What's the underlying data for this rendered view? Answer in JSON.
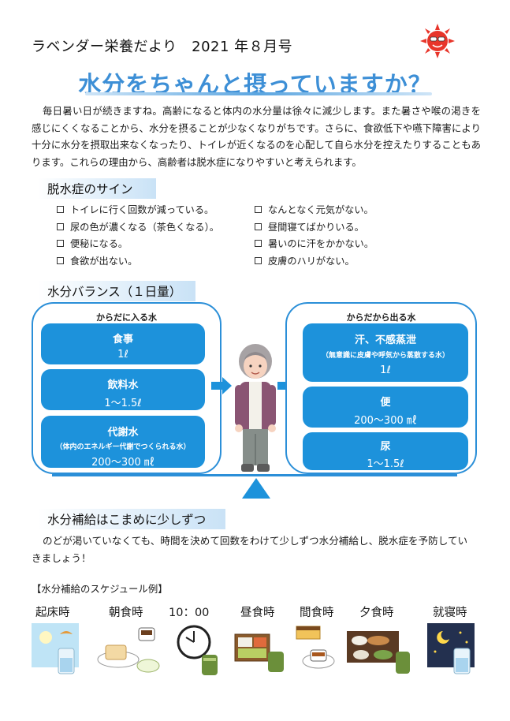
{
  "header": {
    "newsletter_title": "ラベンダー栄養だより　2021 年８月号",
    "headline": "水分をちゃんと摂っていますか？"
  },
  "intro": {
    "text": "毎日暑い日が続きますね。高齢になると体内の水分量は徐々に減少します。また暑さや喉の渇きを感じにくくなることから、水分を摂ることが少なくなりがちです。さらに、食欲低下や嚥下障害により十分に水分を摂取出来なくなったり、トイレが近くなるのを心配して自ら水分を控えたりすることもあります。これらの理由から、高齢者は脱水症になりやすいと考えられます。"
  },
  "dehydration": {
    "heading": "脱水症のサイン",
    "left_items": [
      "トイレに行く回数が減っている。",
      "尿の色が濃くなる（茶色くなる）。",
      "便秘になる。",
      "食欲が出ない。"
    ],
    "right_items": [
      "なんとなく元気がない。",
      "昼間寝てばかりいる。",
      "暑いのに汗をかかない。",
      "皮膚のハリがない。"
    ]
  },
  "balance": {
    "heading": "水分バランス（１日量）",
    "in": {
      "title": "からだに入る水",
      "items": [
        {
          "name": "食事",
          "note": "",
          "amount": "1ℓ"
        },
        {
          "name": "飲料水",
          "note": "",
          "amount": "1～1.5ℓ"
        },
        {
          "name": "代謝水",
          "note": "（体内のエネルギー代謝でつくられる水）",
          "amount": "200～300 ㎖"
        }
      ]
    },
    "out": {
      "title": "からだから出る水",
      "items": [
        {
          "name": "汗、不感蒸泄",
          "note": "（無意識に皮膚や呼気から蒸散する水）",
          "amount": "1ℓ"
        },
        {
          "name": "便",
          "note": "",
          "amount": "200～300 ㎖"
        },
        {
          "name": "尿",
          "note": "",
          "amount": "1～1.5ℓ"
        }
      ]
    }
  },
  "supply": {
    "heading": "水分補給はこまめに少しずつ",
    "text": "のどが渇いていなくても、時間を決めて回数をわけて少しずつ水分補給し、脱水症を予防していきましょう！"
  },
  "schedule": {
    "title": "【水分補給のスケジュール例】",
    "labels": [
      "起床時",
      "朝食時",
      "10：00",
      "昼食時",
      "間食時",
      "夕食時",
      "就寝時"
    ]
  },
  "colors": {
    "accent_blue": "#1d92db",
    "headline_blue": "#3d8fd6"
  }
}
